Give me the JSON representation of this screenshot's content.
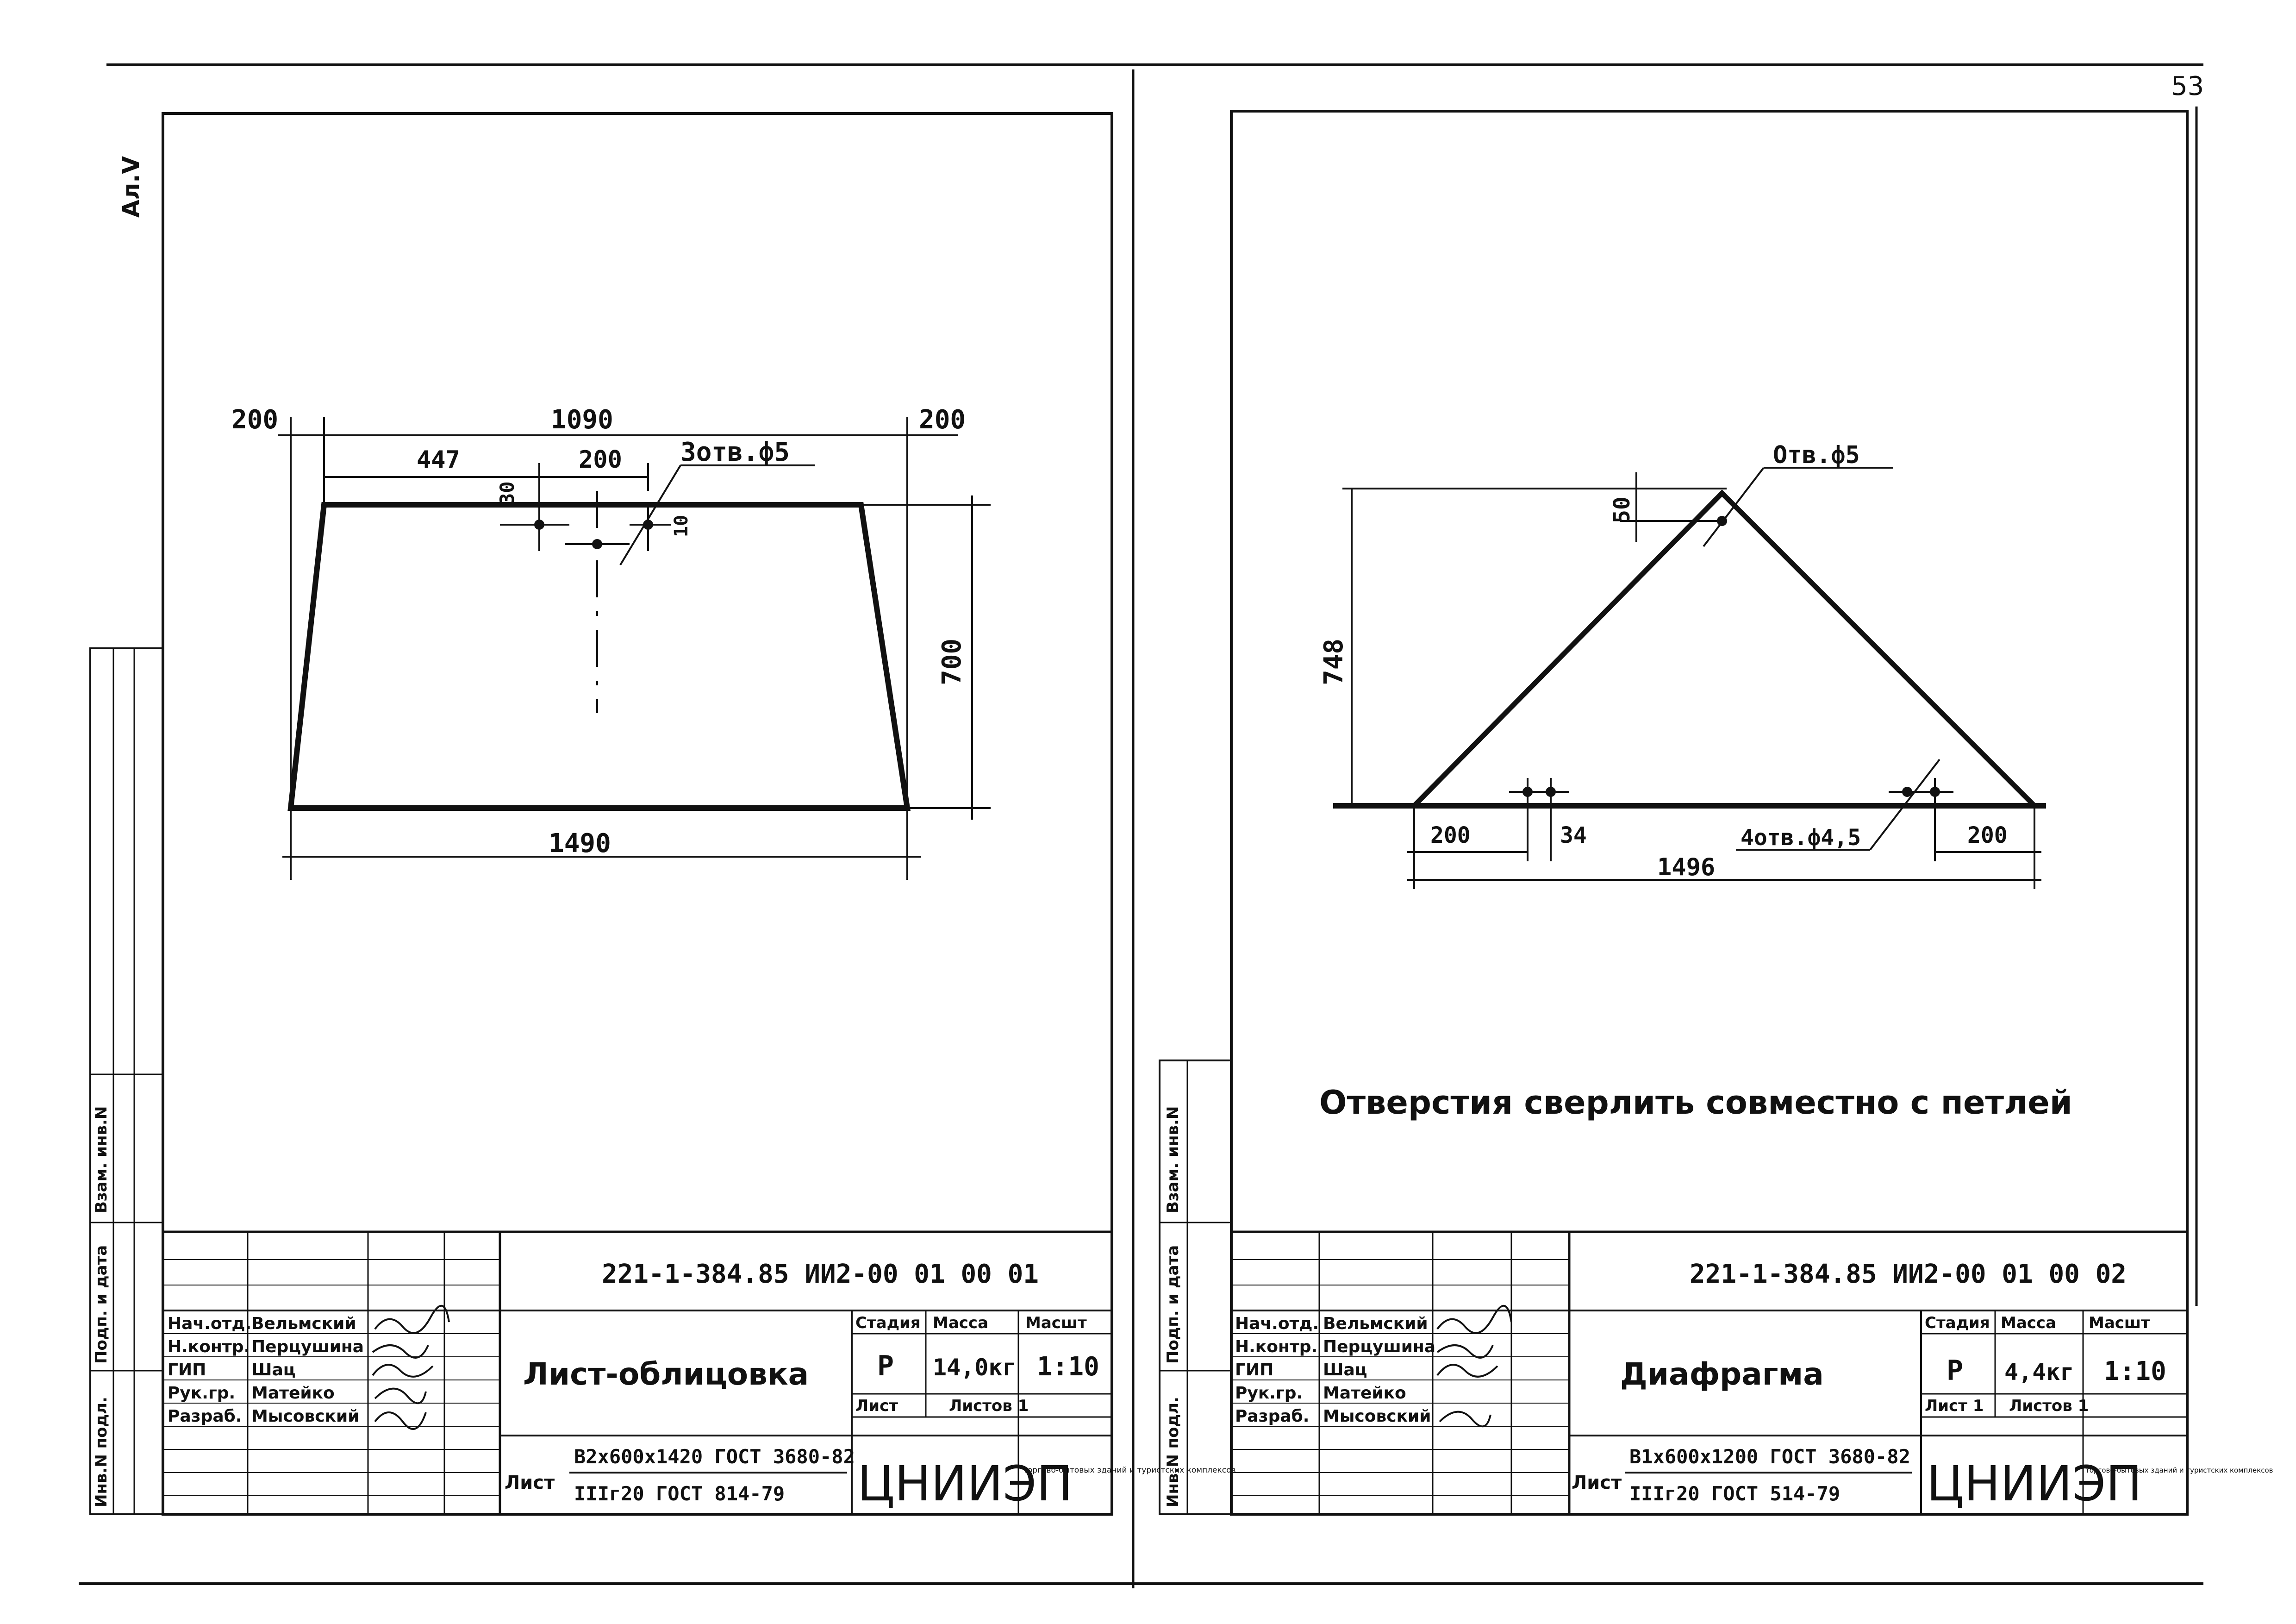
{
  "page_number": "53",
  "left_sheet": {
    "side_code": "Ал.V",
    "dimensions": {
      "left_margin": "200",
      "top_total": "1090",
      "right_margin": "200",
      "left_segment": "447",
      "mid_segment": "200",
      "holes_callout": "3отв.ф5",
      "hole_top_offset": "30",
      "hole_small": "10",
      "height": "700",
      "bottom_total": "1490"
    },
    "title_block": {
      "doc_code": "221-1-384.85 ИИ2-00 01 00 01",
      "title": "Лист-облицовка",
      "roles": [
        "Нач.отд.",
        "Н.контр.",
        "ГИП",
        "Рук.гр.",
        "Разраб."
      ],
      "names": [
        "Вельмский",
        "Перцушина",
        "Шац",
        "Матейко",
        "Мысовский"
      ],
      "stage_label": "Стадия",
      "mass_label": "Масса",
      "scale_label": "Масшт",
      "stage": "Р",
      "mass": "14,0кг",
      "scale": "1:10",
      "sheet_label": "Лист",
      "sheets_label": "Листов 1",
      "material_label": "Лист",
      "material_line1": "В2х600х1420 ГОСТ 3680-82",
      "material_line2": "IIIг20 ГОСТ 814-79",
      "org": "ЦНИИЭП",
      "org_note": "торгово-бытовых зданий и туристских комплексов"
    },
    "side_stamps": [
      "Взам. инв.N",
      "Подп. и дата",
      "Инв.N подл."
    ]
  },
  "right_sheet": {
    "dimensions": {
      "hole_callout": "Отв.ф5",
      "top_offset": "50",
      "height": "748",
      "left_end": "200",
      "hole_spacing": "34",
      "holes_callout": "4отв.ф4,5",
      "right_end": "200",
      "base": "1496"
    },
    "note": "Отверстия сверлить совместно с петлей",
    "title_block": {
      "doc_code": "221-1-384.85 ИИ2-00 01 00 02",
      "title": "Диафрагма",
      "roles": [
        "Нач.отд.",
        "Н.контр.",
        "ГИП",
        "Рук.гр.",
        "Разраб."
      ],
      "names": [
        "Вельмский",
        "Перцушина",
        "Шац",
        "Матейко",
        "Мысовский"
      ],
      "stage_label": "Стадия",
      "mass_label": "Масса",
      "scale_label": "Масшт",
      "stage": "Р",
      "mass": "4,4кг",
      "scale": "1:10",
      "sheet_label": "Лист 1",
      "sheets_label": "Листов 1",
      "material_label": "Лист",
      "material_line1": "В1х600х1200 ГОСТ 3680-82",
      "material_line2": "IIIг20 ГОСТ 514-79",
      "org": "ЦНИИЭП",
      "org_note": "торгово-бытовых зданий и туристских комплексов"
    },
    "side_stamps": [
      "Взам. инв.N",
      "Подп. и дата",
      "Инв.N подл."
    ]
  }
}
